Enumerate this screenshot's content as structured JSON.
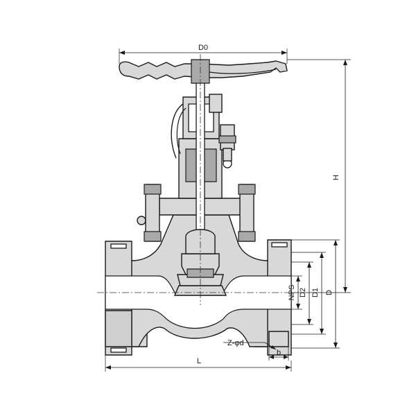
{
  "dimensions": {
    "handwheel_diameter": "D0",
    "height": "H",
    "length": "L",
    "nominal_size": "NPS",
    "raised_face_diameter": "D2",
    "bolt_circle_diameter": "D1",
    "flange_diameter": "D",
    "bolt_holes": "Z-φd",
    "flange_thickness": "b"
  }
}
